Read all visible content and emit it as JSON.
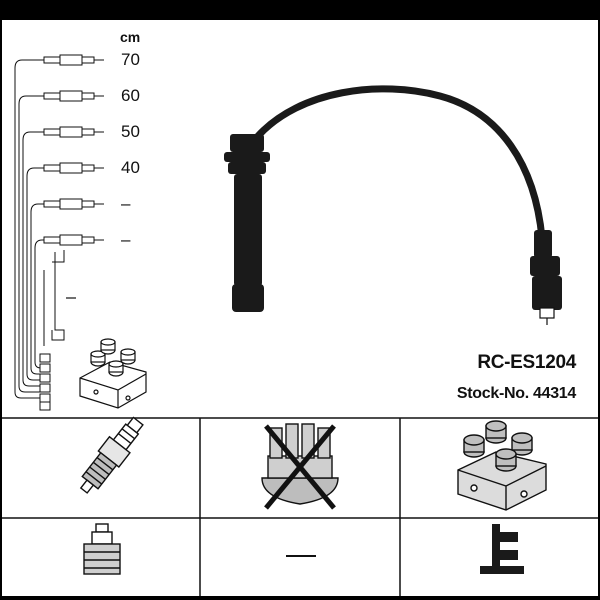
{
  "unit_label": "cm",
  "lengths": [
    "70",
    "60",
    "50",
    "40",
    "–",
    "–"
  ],
  "extra_length": "–",
  "product": {
    "code": "RC-ES1204",
    "stock_label": "Stock-No. 44314"
  },
  "footer": {
    "none_mark": "–"
  },
  "icons": {
    "set": "ignition-lead-set-icon",
    "coil": "ignition-coil-icon",
    "cable": "ignition-cable-icon",
    "spark_plug": "spark-plug-icon",
    "distributor": "distributor-cap-icon",
    "connector": "plug-connector-icon",
    "terminal": "terminal-icon"
  }
}
